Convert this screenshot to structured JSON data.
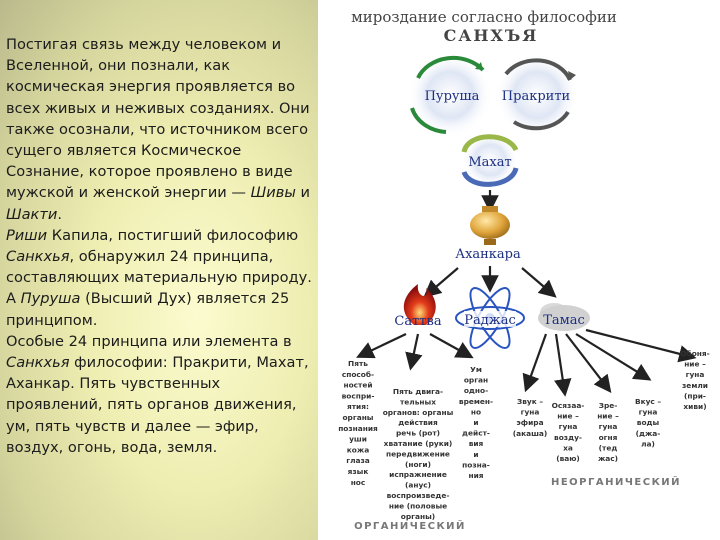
{
  "text": {
    "p1": "Постигая связь между человеком и Вселенной, они познали, как космическая энергия проявляется во всех живых и неживых созданиях. Они также осознали, что источником всего сущего является Космическое Сознание, которое проявлено в виде мужской и женской энергии — ",
    "shiva": "Шивы",
    "and": " и ",
    "shakti": "Шакти",
    "dot": ".",
    "rishi": "Риши",
    "p2a": " Капила, постигший философию ",
    "sankhya": "Санкхья",
    "p2b": ", обнаружил 24 принципа, составляющих материальную природу. А ",
    "purusha": "Пуруша",
    "p2c": " (Высший Дух) является 25 принципом.",
    "p3a": "Особые 24 принципа или элемента в ",
    "sankhya2": "Санкхья",
    "p3b": " философии: Пракрити, Махат, Аханкар. Пять чувственных проявлений, пять органов движения, ум, пять чувств и далее — эфир, воздух, огонь, вода, земля."
  },
  "diagram": {
    "title_line1": "мироздание согласно философии",
    "title_line2": "САНХЪЯ",
    "purusha": "Пуруша",
    "prakriti": "Пракрити",
    "mahat": "Махат",
    "ahankara": "Аханкара",
    "sattva": "Саттва",
    "rajas": "Раджас",
    "tamas": "Тамас",
    "col1": [
      "Пять",
      "способ-",
      "ностей",
      "воспри-",
      "ятия:",
      "органы",
      "познания",
      "уши",
      "кожа",
      "глаза",
      "язык",
      "нос"
    ],
    "col2": [
      "Пять двига-",
      "тельных",
      "органов: органы",
      "действия",
      "речь (рот)",
      "хватание (руки)",
      "передвижение",
      "(ноги)",
      "испражнение",
      "(анус)",
      "воспроизведе-",
      "ние (половые",
      "органы)"
    ],
    "col3": [
      "Ум",
      "орган",
      "одно-",
      "времен-",
      "но",
      "и",
      "дейст-",
      "вия",
      "и",
      "позна-",
      "ния"
    ],
    "col4": [
      "Звук –",
      "гуна",
      "эфира",
      "(акаша)"
    ],
    "col5": [
      "Осязаа-",
      "ние –",
      "гуна",
      "возду-",
      "ха",
      "(ваю)"
    ],
    "col6": [
      "Зре-",
      "ние –",
      "гуна",
      "огня",
      "(тед",
      "жас)"
    ],
    "col7": [
      "Вкус –",
      "гуна",
      "воды",
      "(джа-",
      "ла)"
    ],
    "col8": [
      "Обоня-",
      "ние –",
      "гуна",
      "земли",
      "(при-",
      "хиви)"
    ],
    "inorganic": "НЕОРГАНИЧЕСКИЙ",
    "organic": "ОРГАНИЧЕСКИЙ"
  },
  "colors": {
    "left_bg": "#eeeeb2",
    "label_blue": "#1c2f80",
    "sattva_red": "#cc1a1a",
    "rajas_blue": "#2a55c0",
    "tamas_gray": "#8a8a8a"
  }
}
